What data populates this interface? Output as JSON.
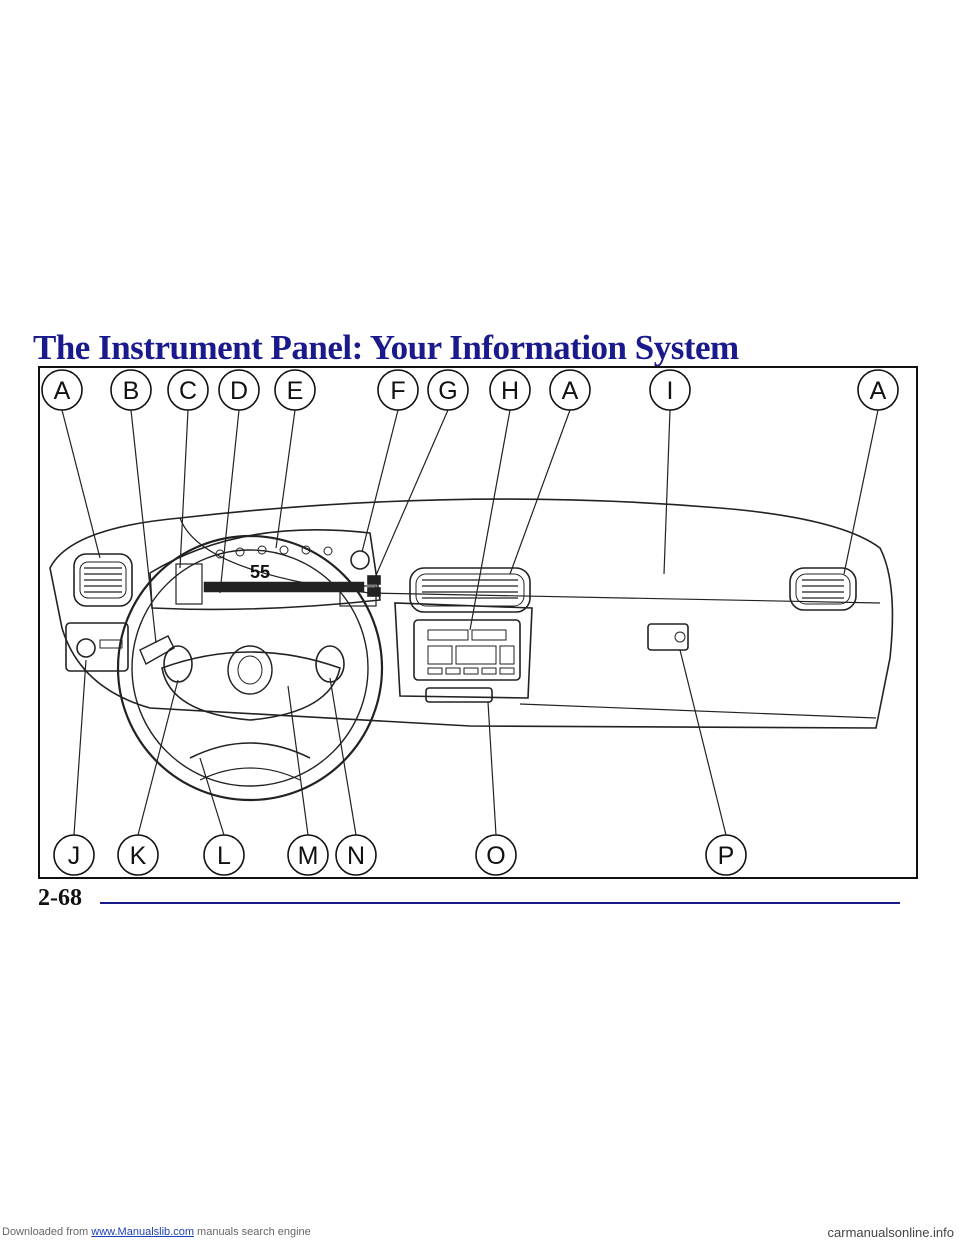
{
  "page": {
    "title": "The Instrument Panel: Your Information System",
    "number": "2-68"
  },
  "figure": {
    "callouts_top": [
      "A",
      "B",
      "C",
      "D",
      "E",
      "F",
      "G",
      "H",
      "A",
      "I",
      "A"
    ],
    "callouts_bottom": [
      "J",
      "K",
      "L",
      "M",
      "N",
      "O",
      "P"
    ],
    "display_speed": "55"
  },
  "footer": {
    "prefix": "Downloaded from ",
    "link_text": "www.Manualslib.com",
    "suffix": " manuals search engine",
    "watermark": "carmanualsonline.info"
  },
  "colors": {
    "title": "#1a1a8c",
    "rule": "#1a1a8c",
    "link": "#1f3fb8"
  }
}
